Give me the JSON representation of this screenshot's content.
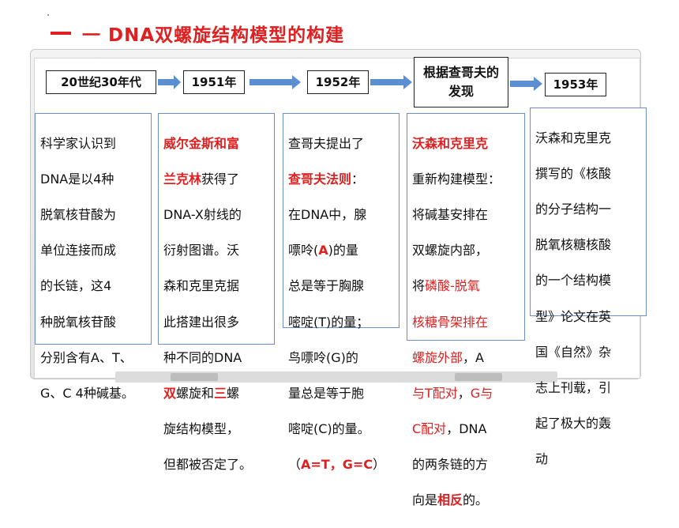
{
  "title": "一 DNA双螺旋结构模型的构建",
  "timeline": [
    {
      "label": "20世纪30年代"
    },
    {
      "label": "1951年"
    },
    {
      "label": "1952年"
    },
    {
      "label": "根据查哥夫的发现"
    },
    {
      "label": "1953年"
    }
  ],
  "cards": {
    "c1": [
      "科学家认识到",
      "DNA是以4种",
      "脱氧核苷酸为",
      "单位连接而成",
      "的长链，这4",
      "种脱氧核苷酸",
      "分别含有A、T、",
      "G、C 4种碱基。"
    ],
    "c2": {
      "l1": "威尔金斯和富",
      "l2a": "兰克林",
      "l2b": "获得了",
      "l3": "DNA-X射线的",
      "l4": "衍射图谱。沃",
      "l5": "森和克里克据",
      "l6": "此搭建出很多",
      "l7": "种不同的DNA",
      "l8a": "双",
      "l8b": "螺旋和",
      "l8c": "三",
      "l8d": "螺",
      "l9": "旋结构模型，",
      "l10": "但都被否定了。"
    },
    "c3": {
      "l1": "查哥夫提出了",
      "l2a": "查哥夫法则",
      "l2b": "：",
      "l3": "在DNA中，腺",
      "l4a": "嘌呤(",
      "l4b": "A",
      "l4c": ")的量",
      "l5": "总是等于胸腺",
      "l6": "嘧啶(T)的量；",
      "l7": "鸟嘌呤(G)的",
      "l8": "量总是等于胞",
      "l9": "嘧啶(C)的量。",
      "l10a": "（",
      "l10b": "A=T，G=C",
      "l10c": "）"
    },
    "c4": {
      "l1": "沃森和克里克",
      "l2": "重新构建模型：",
      "l3": "将碱基安排在",
      "l4": "双螺旋内部，",
      "l5a": "将",
      "l5b": "磷酸-脱氧",
      "l6": "核糖骨架排在",
      "l7a": "螺旋外部",
      "l7b": "，A",
      "l8a": "与T配对",
      "l8b": "，",
      "l8c": "G与",
      "l9a": "C配对",
      "l9b": "，DNA",
      "l10": "的两条链的方",
      "l11a": "向是",
      "l11b": "相反",
      "l11c": "的。"
    },
    "c5": [
      "沃森和克里克",
      "撰写的《核酸",
      "的分子结构一",
      "脱氧核糖核酸",
      "的一个结构模",
      "型》论文在英",
      "国《自然》杂",
      "志上刊载，引",
      "起了极大的轰",
      "动"
    ]
  },
  "colors": {
    "accent": "#e02020",
    "arrow": "#5b8fd1",
    "card_border": "#6c8ec9"
  }
}
